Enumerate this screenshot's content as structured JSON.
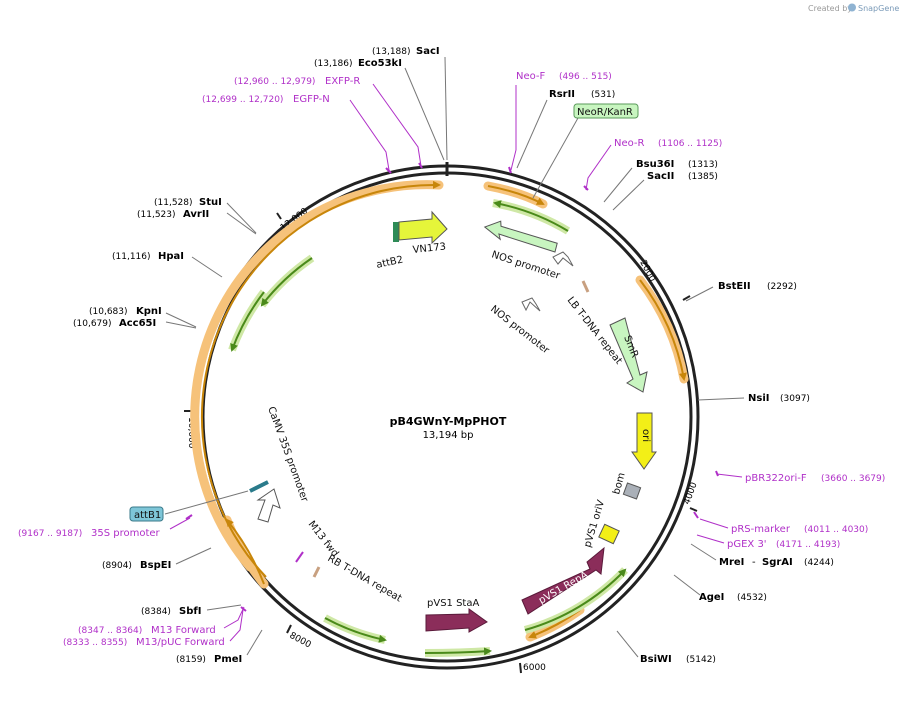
{
  "credit": {
    "prefix": "Created by",
    "brand": "SnapGene"
  },
  "map": {
    "name": "pB4GWnY-MpPHOT",
    "length": "13,194 bp"
  },
  "ticks": [
    "2000",
    "4000",
    "6000",
    "8000",
    "10,000",
    "12,000"
  ],
  "enzymes": [
    {
      "name": "SacI",
      "pos": "(13,188)"
    },
    {
      "name": "Eco53kI",
      "pos": "(13,186)"
    },
    {
      "name": "RsrII",
      "pos": "(531)"
    },
    {
      "name": "Bsu36I",
      "pos": "(1313)"
    },
    {
      "name": "SacII",
      "pos": "(1385)"
    },
    {
      "name": "BstEII",
      "pos": "(2292)"
    },
    {
      "name": "NsiI",
      "pos": "(3097)"
    },
    {
      "name": "MreI",
      "pos": "(4244)"
    },
    {
      "name": "SgrAI",
      "pos": ""
    },
    {
      "name": "AgeI",
      "pos": "(4532)"
    },
    {
      "name": "BsiWI",
      "pos": "(5142)"
    },
    {
      "name": "PmeI",
      "pos": "(8159)"
    },
    {
      "name": "SbfI",
      "pos": "(8384)"
    },
    {
      "name": "BspEI",
      "pos": "(8904)"
    },
    {
      "name": "KpnI",
      "pos": "(10,683)"
    },
    {
      "name": "Acc65I",
      "pos": "(10,679)"
    },
    {
      "name": "HpaI",
      "pos": "(11,116)"
    },
    {
      "name": "StuI",
      "pos": "(11,528)"
    },
    {
      "name": "AvrII",
      "pos": "(11,523)"
    }
  ],
  "primers": [
    {
      "name": "EXFP-R",
      "pos": "(12,960 .. 12,979)"
    },
    {
      "name": "EGFP-N",
      "pos": "(12,699 .. 12,720)"
    },
    {
      "name": "Neo-F",
      "pos": "(496 .. 515)"
    },
    {
      "name": "Neo-R",
      "pos": "(1106 .. 1125)"
    },
    {
      "name": "pBR322ori-F",
      "pos": "(3660 .. 3679)"
    },
    {
      "name": "pRS-marker",
      "pos": "(4011 .. 4030)"
    },
    {
      "name": "pGEX 3'",
      "pos": "(4171 .. 4193)"
    },
    {
      "name": "35S promoter",
      "pos": "(9167 .. 9187)"
    },
    {
      "name": "M13 Forward",
      "pos": "(8347 .. 8364)"
    },
    {
      "name": "M13/pUC Forward",
      "pos": "(8333 .. 8355)"
    }
  ],
  "features": {
    "neo_kan": "NeoR/KanR",
    "attb1": "attB1",
    "attb2": "attB2",
    "vn173": "VN173",
    "nos_promoter_1": "NOS promoter",
    "nos_promoter_2": "NOS promoter",
    "lb_repeat": "LB T-DNA repeat",
    "smr": "SmR",
    "ori": "ori",
    "bom": "bom",
    "pvs1_oriv": "pVS1 oriV",
    "pvs1_repa": "pVS1 RepA",
    "pvs1_staa": "pVS1 StaA",
    "rb_repeat": "RB T-DNA repeat",
    "m13_fwd": "M13 fwd",
    "camv": "CaMV 35S promoter"
  },
  "colors": {
    "backbone": "#222222",
    "orf_arrow": "#c8860a",
    "orf_glow": "#f6c27a",
    "green_arrow": "#4a8a1a",
    "green_glow": "#cfe8a6",
    "primer": "#b030c8",
    "feature_green": "#c8f5c0",
    "repa": "#8b2d5a",
    "ori_yellow": "#f3ef17",
    "attb_blue": "#7ec6d8"
  }
}
